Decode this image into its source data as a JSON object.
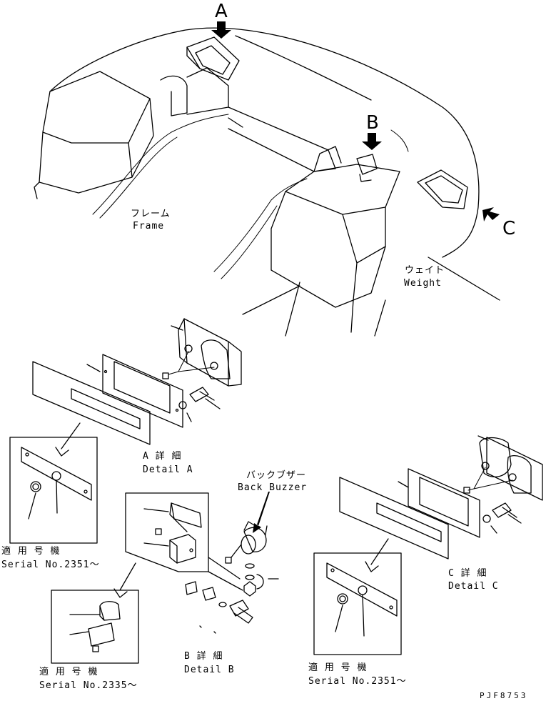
{
  "callouts": {
    "a": "A",
    "b": "B",
    "c": "C"
  },
  "frame": {
    "jp": "フレーム",
    "en": "Frame"
  },
  "weight": {
    "jp": "ウェイト",
    "en": "Weight"
  },
  "detail_a": {
    "jp": "A 詳 細",
    "en": "Detail A"
  },
  "detail_b": {
    "jp": "B 詳 細",
    "en": "Detail B"
  },
  "detail_c": {
    "jp": "C 詳 細",
    "en": "Detail C"
  },
  "back_buzzer": {
    "jp": "バックブザー",
    "en": "Back Buzzer"
  },
  "serial_left": {
    "jp": "適 用 号 機",
    "en": "Serial No.2351～"
  },
  "serial_b": {
    "jp": "適 用 号 機",
    "en": "Serial No.2335～"
  },
  "serial_right": {
    "jp": "適 用 号 機",
    "en": "Serial No.2351～"
  },
  "drawing_code": "PJF8753"
}
